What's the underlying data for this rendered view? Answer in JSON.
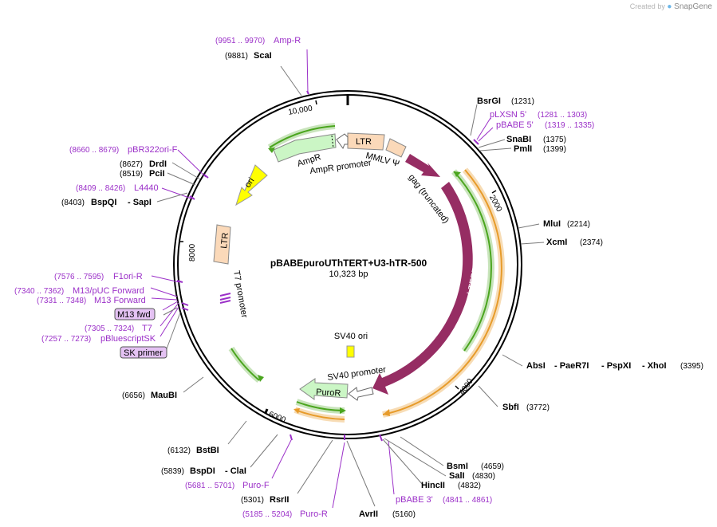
{
  "credit": {
    "prefix": "Created by",
    "brand": "SnapGene"
  },
  "plasmid": {
    "name": "pBABEpuroUThTERT+U3-hTR-500",
    "size_label": "10,323 bp"
  },
  "ticks": {
    "t10000": "10,000",
    "t2000": "2000",
    "t4000": "4000",
    "t6000": "6000",
    "t8000": "8000"
  },
  "features": {
    "ltr_top": "LTR",
    "mmlv": "MMLV Ψ",
    "ampr": "AmpR",
    "ampr_promoter": "AmpR promoter",
    "gag": "gag (truncated)",
    "ori": "ori",
    "ltr_left": "LTR",
    "t7_promoter": "T7 promoter",
    "htert": "hTERT",
    "sv40_ori": "SV40 ori",
    "sv40_promoter": "SV40 promoter",
    "puror": "PuroR"
  },
  "sites": {
    "ampr_pos": "(9951 .. 9970)",
    "ampr_name": "Amp-R",
    "scai_pos": "(9881)",
    "scai_name": "ScaI",
    "bsrgi_name": "BsrGI",
    "bsrgi_pos": "(1231)",
    "plxsn_name": "pLXSN 5'",
    "plxsn_pos": "(1281 .. 1303)",
    "pbabe5_name": "pBABE 5'",
    "pbabe5_pos": "(1319 .. 1335)",
    "snabi_name": "SnaBI",
    "snabi_pos": "(1375)",
    "pmli_name": "PmlI",
    "pmli_pos": "(1399)",
    "mlui_name": "MluI",
    "mlui_pos": "(2214)",
    "xcmi_name": "XcmI",
    "xcmi_pos": "(2374)",
    "absi_name": "AbsI",
    "paer7i_name": "- PaeR7I",
    "pspxi_name": "- PspXI",
    "xhoi_name": "- XhoI",
    "absi_pos": "(3395)",
    "sbfi_name": "SbfI",
    "sbfi_pos": "(3772)",
    "bsmi_name": "BsmI",
    "bsmi_pos": "(4659)",
    "sali_name": "SalI",
    "sali_pos": "(4830)",
    "hincii_name": "HincII",
    "hincii_pos": "(4832)",
    "pbabe3_name": "pBABE 3'",
    "pbabe3_pos": "(4841 .. 4861)",
    "avrii_name": "AvrII",
    "avrii_pos": "(5160)",
    "puror_pos": "(5185 .. 5204)",
    "puror_name": "Puro-R",
    "rsrii_pos": "(5301)",
    "rsrii_name": "RsrII",
    "purof_pos": "(5681 .. 5701)",
    "purof_name": "Puro-F",
    "bspdi_pos": "(5839)",
    "bspdi_name": "BspDI",
    "clai_name": "- ClaI",
    "bstbi_pos": "(6132)",
    "bstbi_name": "BstBI",
    "maubi_pos": "(6656)",
    "maubi_name": "MauBI",
    "skprimer_name": "SK primer",
    "pbsk_pos": "(7257 .. 7273)",
    "pbsk_name": "pBluescriptSK",
    "t7_pos": "(7305 .. 7324)",
    "t7_name": "T7",
    "m13fwdbox_name": "M13 fwd",
    "m13f_pos": "(7331 .. 7348)",
    "m13f_name": "M13 Forward",
    "m13puc_pos": "(7340 .. 7362)",
    "m13puc_name": "M13/pUC Forward",
    "f1ori_pos": "(7576 .. 7595)",
    "f1ori_name": "F1ori-R",
    "bspqi_pos": "(8403)",
    "bspqi_name": "BspQI",
    "sapi_name": "- SapI",
    "l4440_pos": "(8409 .. 8426)",
    "l4440_name": "L4440",
    "pcii_pos": "(8519)",
    "pcii_name": "PciI",
    "drdi_pos": "(8627)",
    "drdi_name": "DrdI",
    "pbr322_pos": "(8660 .. 8679)",
    "pbr322_name": "pBR322ori-F"
  },
  "colors": {
    "backbone": "#000000",
    "primer": "#9b30c8",
    "hterm": "#962d63",
    "ltr": "#fbd9b9",
    "ampr": "#cbf6c5",
    "ori": "#ffff00",
    "green_arrow": "#4aa51e",
    "orange_arrow": "#e79b2a",
    "primer_box": "#e4c2f3"
  }
}
